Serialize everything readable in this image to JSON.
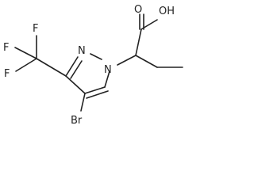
{
  "molecule": {
    "atoms": {
      "oh": "OH",
      "o": "O",
      "f_top": "F",
      "f_left": "F",
      "f_mid": "F",
      "n2": "N",
      "n1": "N",
      "br": "Br"
    }
  }
}
